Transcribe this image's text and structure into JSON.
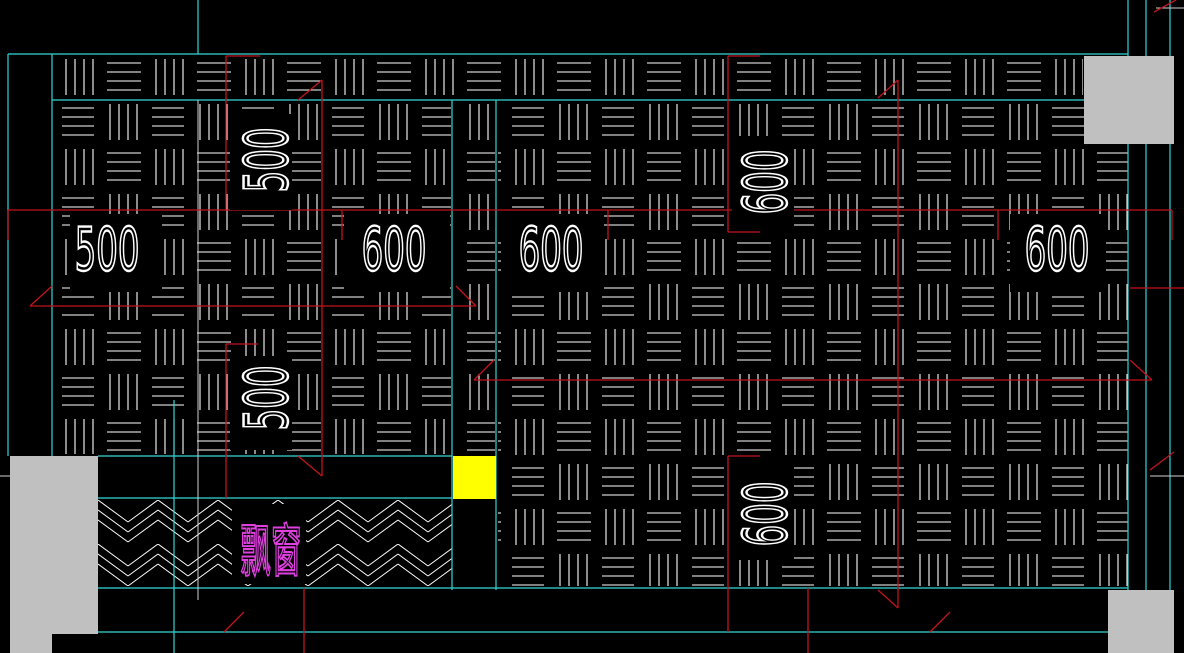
{
  "drawing": {
    "colors": {
      "background": "#000000",
      "wall_line": "#33d6d6",
      "hatch_line": "#ffffff",
      "red_line": "#c0141e",
      "column_fill": "#c0c0c0",
      "highlight_block": "#ffff00",
      "window_label_color": "#e040e0"
    },
    "dimension_labels": [
      "500",
      "500",
      "600",
      "600",
      "600",
      "600",
      "600",
      "500"
    ],
    "window_label": "飘窗"
  }
}
